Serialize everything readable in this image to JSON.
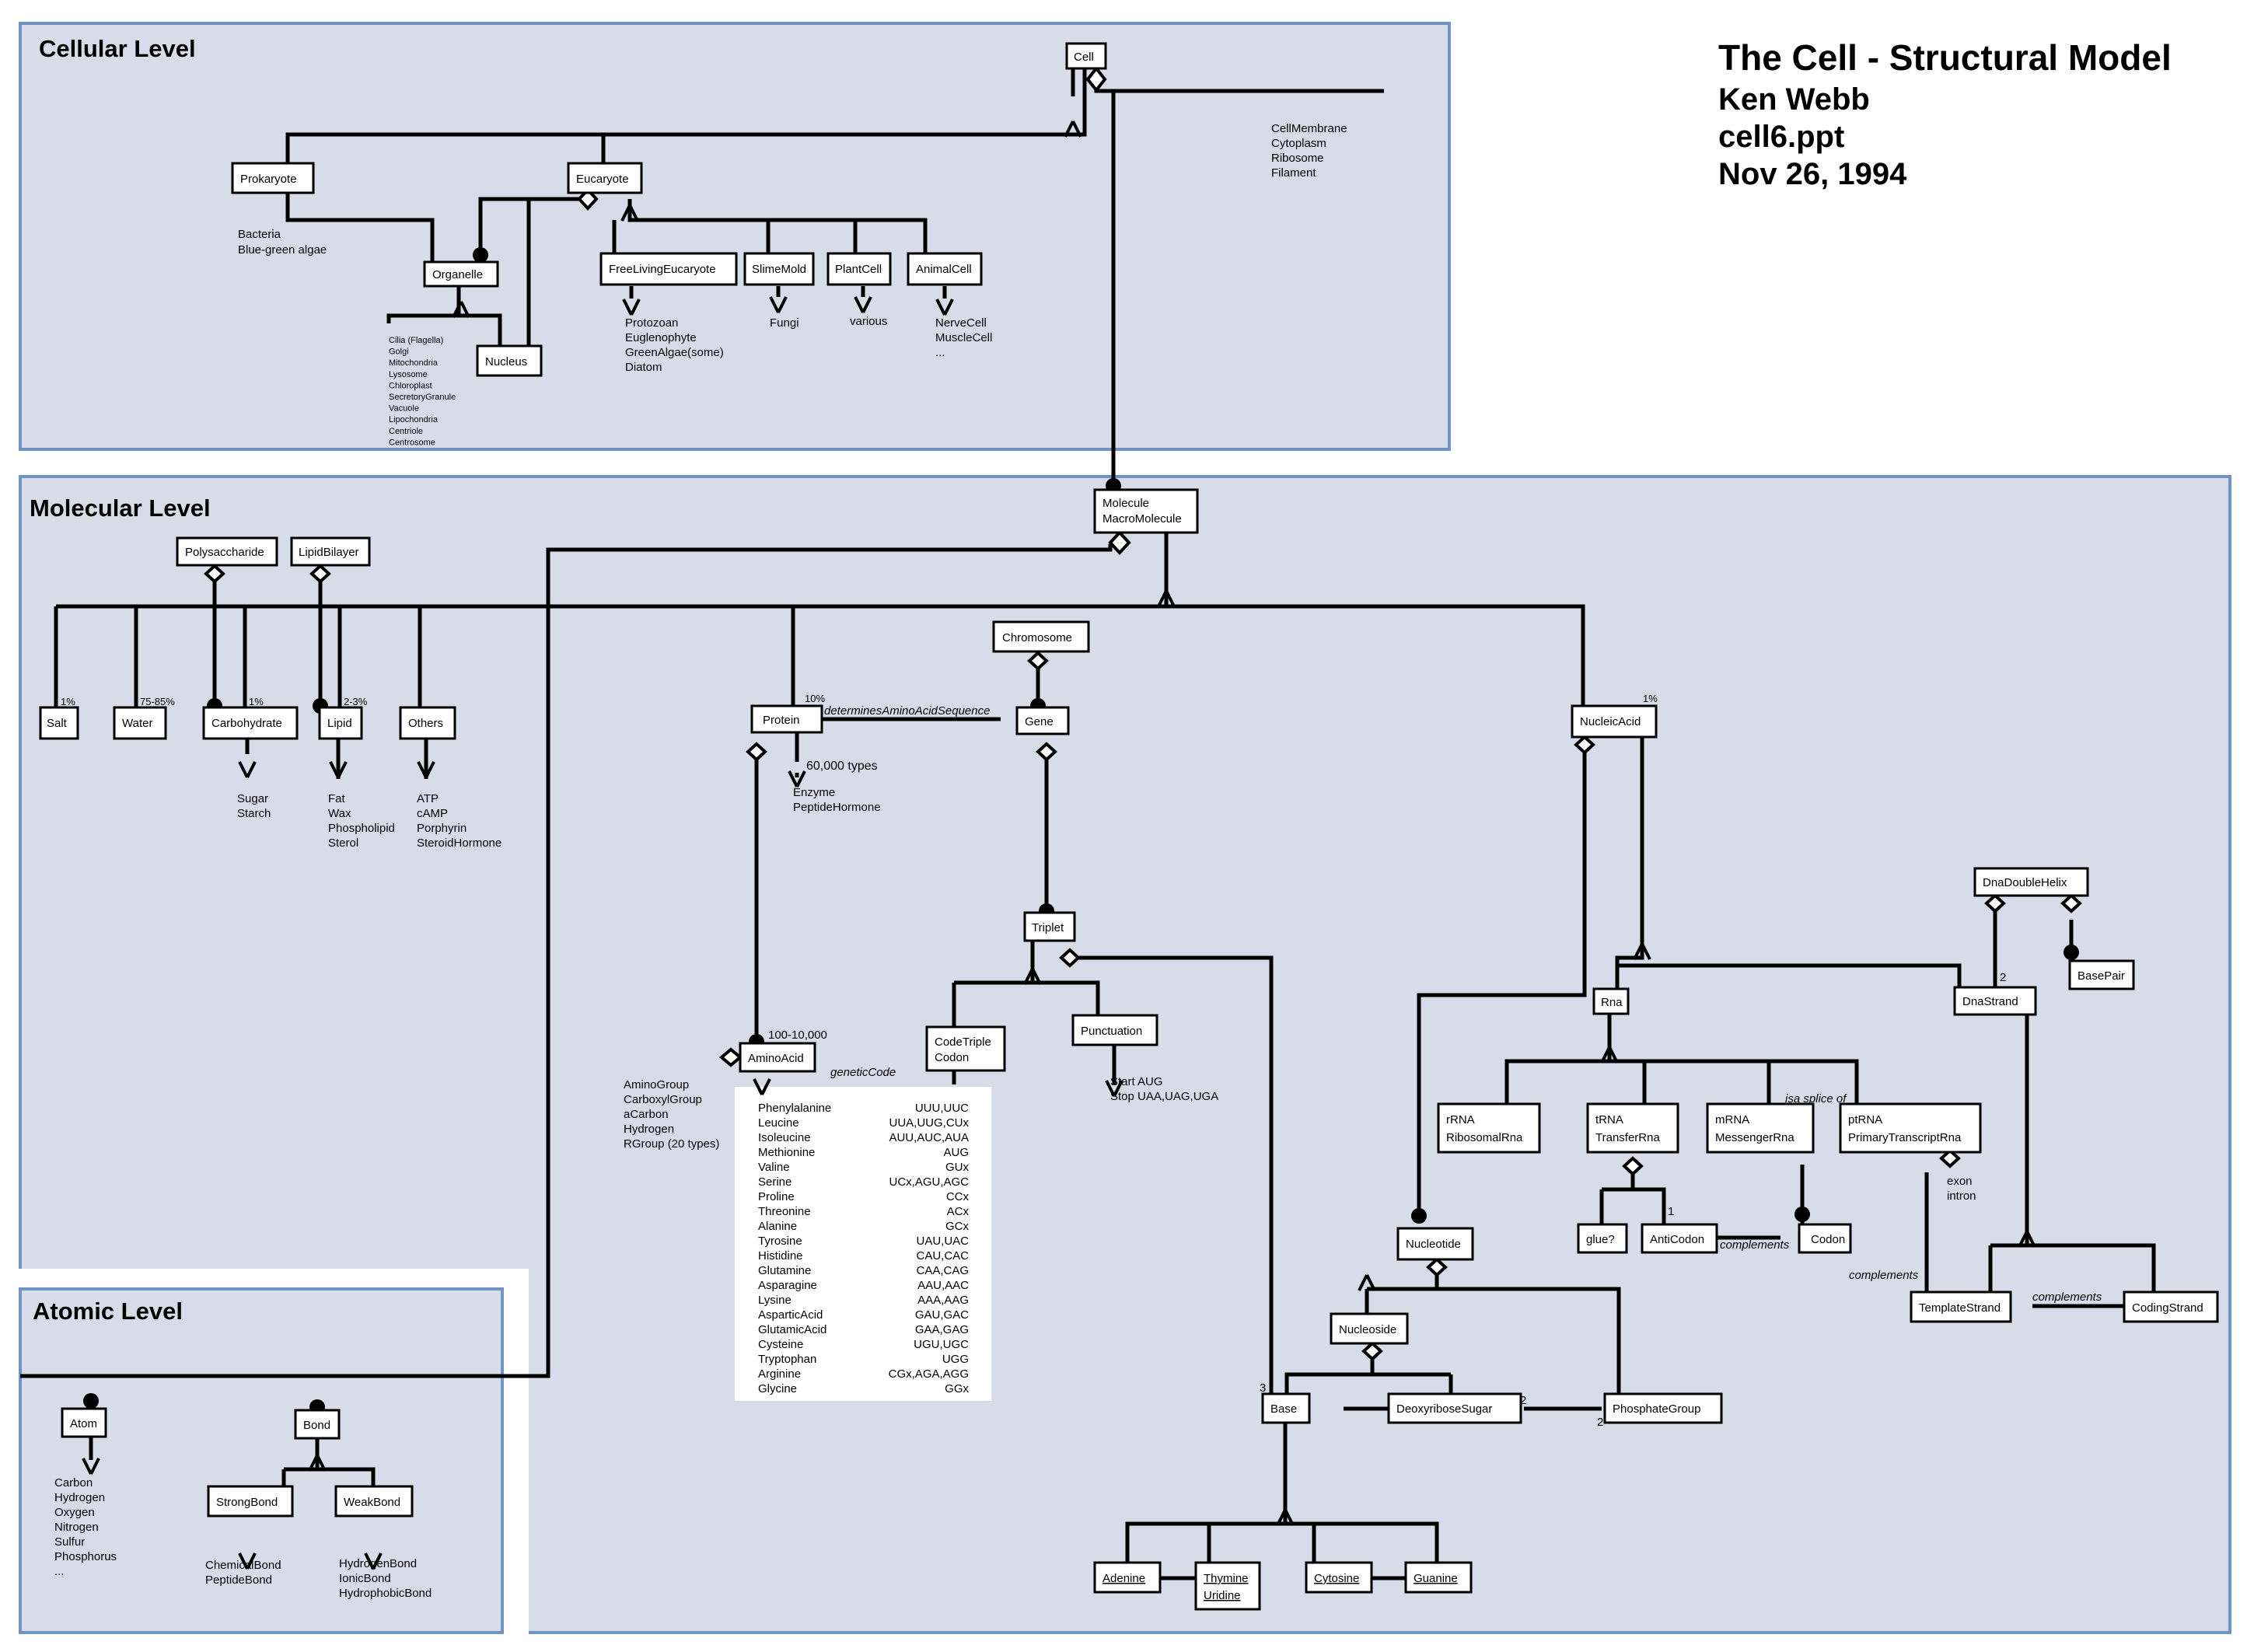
{
  "header": {
    "title": "The Cell - Structural Model",
    "author": "Ken Webb",
    "file": "cell6.ppt",
    "date": "Nov 26, 1994"
  },
  "colors": {
    "panel_fill": "#d8dce9",
    "panel_border": "#6f93c4",
    "line": "#000000",
    "box_fill": "#ffffff"
  },
  "panels": {
    "cellular": "Cellular Level",
    "molecular": "Molecular Level",
    "atomic": "Atomic Level"
  },
  "boxes": {
    "cell": "Cell",
    "prokaryote": "Prokaryote",
    "eucaryote": "Eucaryote",
    "organelle": "Organelle",
    "nucleus": "Nucleus",
    "free_living_eucaryote": "FreeLivingEucaryote",
    "slime_mold": "SlimeMold",
    "plant_cell": "PlantCell",
    "animal_cell": "AnimalCell",
    "molecule_1": "Molecule",
    "molecule_2": "MacroMolecule",
    "polysaccharide": "Polysaccharide",
    "lipid_bilayer": "LipidBilayer",
    "salt": "Salt",
    "water": "Water",
    "carbohydrate": "Carbohydrate",
    "lipid": "Lipid",
    "others": "Others",
    "protein": "Protein",
    "chromosome": "Chromosome",
    "gene": "Gene",
    "nucleic_acid": "NucleicAcid",
    "triplet": "Triplet",
    "amino_acid": "AminoAcid",
    "code_triple_1": "CodeTriple",
    "code_triple_2": "Codon",
    "punctuation": "Punctuation",
    "rna": "Rna",
    "dna_strand": "DnaStrand",
    "dna_double_helix": "DnaDoubleHelix",
    "base_pair": "BasePair",
    "rrna_1": "rRNA",
    "rrna_2": "RibosomalRna",
    "trna_1": "tRNA",
    "trna_2": "TransferRna",
    "mrna_1": "mRNA",
    "mrna_2": "MessengerRna",
    "ptrna_1": "ptRNA",
    "ptrna_2": "PrimaryTranscriptRna",
    "glue": "glue?",
    "anticodon": "AntiCodon",
    "codon": "Codon",
    "nucleotide": "Nucleotide",
    "nucleoside": "Nucleoside",
    "base": "Base",
    "deoxyribose_sugar": "DeoxyriboseSugar",
    "phosphate_group": "PhosphateGroup",
    "template_strand": "TemplateStrand",
    "coding_strand": "CodingStrand",
    "adenine": "Adenine",
    "thymine": "Thymine",
    "uridine": "Uridine",
    "cytosine": "Cytosine",
    "guanine": "Guanine",
    "atom": "Atom",
    "bond": "Bond",
    "strong_bond": "StrongBond",
    "weak_bond": "WeakBond"
  },
  "notes": {
    "cell_parts": [
      "CellMembrane",
      "Cytoplasm",
      "Ribosome",
      "Filament"
    ],
    "prokaryote_kinds": [
      "Bacteria",
      "Blue-green algae"
    ],
    "organelle_kinds": [
      "Cilia (Flagella)",
      "Golgi",
      "Mitochondria",
      "Lysosome",
      "Chloroplast",
      "SecretoryGranule",
      "Vacuole",
      "Lipochondria",
      "Centriole",
      "Centrosome"
    ],
    "free_living_kinds": [
      "Protozoan",
      "Euglenophyte",
      "GreenAlgae(some)",
      "Diatom"
    ],
    "slime_mold_kinds": [
      "Fungi"
    ],
    "plant_cell_kinds": [
      "various"
    ],
    "animal_cell_kinds": [
      "NerveCell",
      "MuscleCell",
      "..."
    ],
    "carbohydrate_kinds": [
      "Sugar",
      "Starch"
    ],
    "lipid_kinds": [
      "Fat",
      "Wax",
      "Phospholipid",
      "Sterol"
    ],
    "others_kinds": [
      "ATP",
      "cAMP",
      "Porphyrin",
      "SteroidHormone"
    ],
    "protein_types": "60,000 types",
    "protein_kinds": [
      "Enzyme",
      "PeptideHormone"
    ],
    "amino_parts": [
      "AminoGroup",
      "CarboxylGroup",
      "aCarbon",
      "Hydrogen",
      "RGroup (20 types)"
    ],
    "punctuation_kinds": [
      "Start  AUG",
      "Stop  UAA,UAG,UGA"
    ],
    "exon_intron": [
      "exon",
      "intron"
    ],
    "atom_kinds": [
      "Carbon",
      "Hydrogen",
      "Oxygen",
      "Nitrogen",
      "Sulfur",
      "Phosphorus",
      "..."
    ],
    "strong_bond_kinds": [
      "ChemicalBond",
      "PeptideBond"
    ],
    "weak_bond_kinds": [
      "HydrogenBond",
      "IonicBond",
      "HydrophobicBond"
    ]
  },
  "labels": {
    "salt_pct": "1%",
    "water_pct": "75-85%",
    "carb_pct": "1%",
    "lipid_pct": "2-3%",
    "protein_pct": "10%",
    "nucleic_pct": "1%",
    "determines": "determinesAminoAcidSequence",
    "genetic_code": "geneticCode",
    "amino_count": "100-10,000",
    "isa_splice": "isa splice of",
    "complements_1": "complements",
    "complements_2": "complements",
    "complements_3": "complements",
    "mult_2_dna": "2",
    "mult_1_anticodon": "1",
    "mult_3_base": "3",
    "mult_2_sugar": "2",
    "mult_2_phosphate": "2"
  },
  "codon_table": [
    {
      "amino": "Phenylalanine",
      "codons": "UUU,UUC"
    },
    {
      "amino": "Leucine",
      "codons": "UUA,UUG,CUx"
    },
    {
      "amino": "Isoleucine",
      "codons": "AUU,AUC,AUA"
    },
    {
      "amino": "Methionine",
      "codons": "AUG"
    },
    {
      "amino": "Valine",
      "codons": "GUx"
    },
    {
      "amino": "Serine",
      "codons": "UCx,AGU,AGC"
    },
    {
      "amino": "Proline",
      "codons": "CCx"
    },
    {
      "amino": "Threonine",
      "codons": "ACx"
    },
    {
      "amino": "Alanine",
      "codons": "GCx"
    },
    {
      "amino": "Tyrosine",
      "codons": "UAU,UAC"
    },
    {
      "amino": "Histidine",
      "codons": "CAU,CAC"
    },
    {
      "amino": "Glutamine",
      "codons": "CAA,CAG"
    },
    {
      "amino": "Asparagine",
      "codons": "AAU,AAC"
    },
    {
      "amino": "Lysine",
      "codons": "AAA,AAG"
    },
    {
      "amino": "AsparticAcid",
      "codons": "GAU,GAC"
    },
    {
      "amino": "GlutamicAcid",
      "codons": "GAA,GAG"
    },
    {
      "amino": "Cysteine",
      "codons": "UGU,UGC"
    },
    {
      "amino": "Tryptophan",
      "codons": "UGG"
    },
    {
      "amino": "Arginine",
      "codons": "CGx,AGA,AGG"
    },
    {
      "amino": "Glycine",
      "codons": "GGx"
    }
  ]
}
